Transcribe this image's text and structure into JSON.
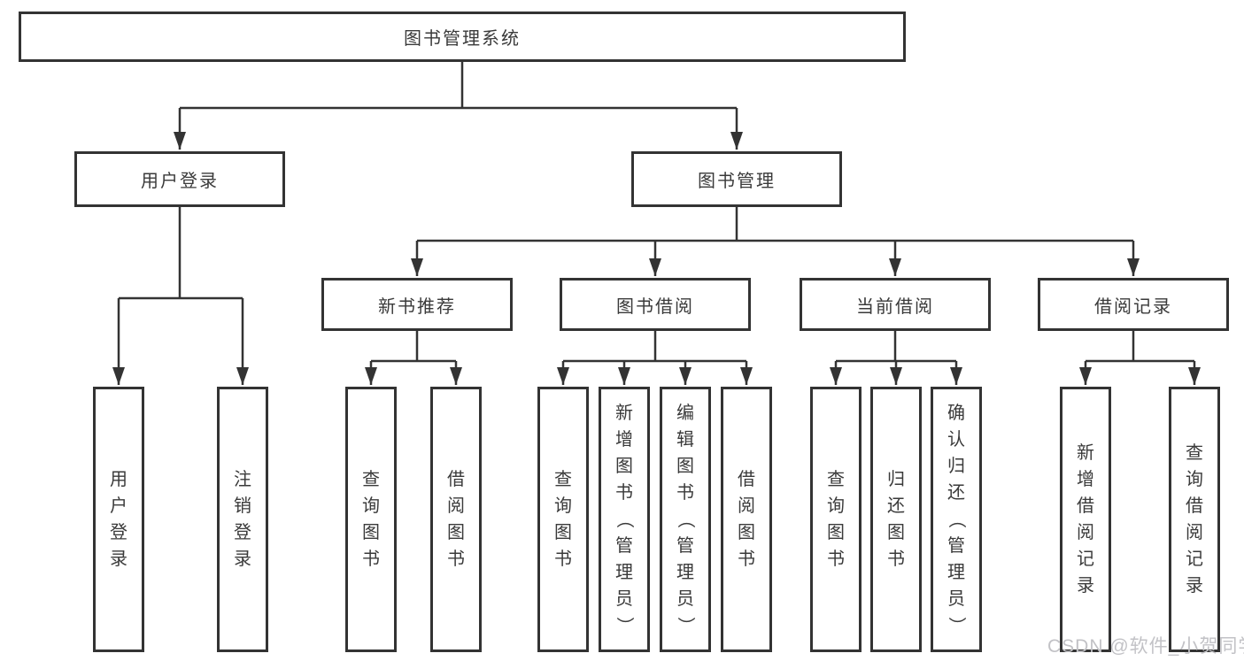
{
  "diagram": {
    "title": "图书管理系统",
    "tree": {
      "root": {
        "label": "图书管理系统",
        "children": [
          {
            "label": "用户登录",
            "children": [
              {
                "label": "用户登录"
              },
              {
                "label": "注销登录"
              }
            ]
          },
          {
            "label": "图书管理",
            "children": [
              {
                "label": "新书推荐",
                "children": [
                  {
                    "label": "查询图书"
                  },
                  {
                    "label": "借阅图书"
                  }
                ]
              },
              {
                "label": "图书借阅",
                "children": [
                  {
                    "label": "查询图书"
                  },
                  {
                    "label": "新增图书（管理员）"
                  },
                  {
                    "label": "编辑图书（管理员）"
                  },
                  {
                    "label": "借阅图书"
                  }
                ]
              },
              {
                "label": "当前借阅",
                "children": [
                  {
                    "label": "查询图书"
                  },
                  {
                    "label": "归还图书"
                  },
                  {
                    "label": "确认归还（管理员）"
                  }
                ]
              },
              {
                "label": "借阅记录",
                "children": [
                  {
                    "label": "新增借阅记录"
                  },
                  {
                    "label": "查询借阅记录"
                  }
                ]
              }
            ]
          }
        ]
      }
    },
    "colors": {
      "line": "#333333",
      "box_border": "#333333",
      "text": "#3a3a3a",
      "background": "#ffffff",
      "watermark": "#c2c2c6"
    }
  },
  "watermark": {
    "text": "CSDN @软件_小贺同学"
  }
}
